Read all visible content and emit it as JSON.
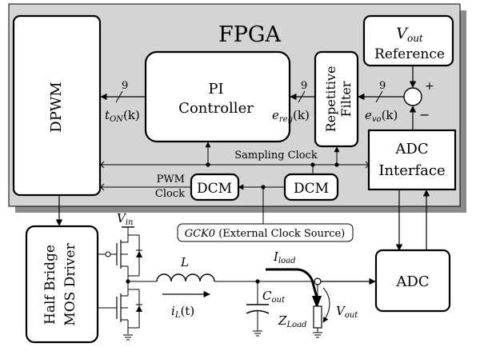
{
  "fpga": {
    "title": "FPGA"
  },
  "blocks": {
    "dpwm": "DPWM",
    "pi": {
      "line1": "PI",
      "line2": "Controller"
    },
    "repetitive": {
      "line1": "Repetitive",
      "line2": "Filter"
    },
    "vref": {
      "line1_main": "V",
      "line1_sub": "out",
      "line2": "Reference"
    },
    "adc_interface": {
      "line1": "ADC",
      "line2": "Interface"
    },
    "dcm_left": "DCM",
    "dcm_right": "DCM",
    "adc": "ADC",
    "driver": {
      "line1": "Half Bridge",
      "line2": "MOS Driver"
    },
    "gck": {
      "italic": "GCK0",
      "rest": " (External Clock Source)"
    }
  },
  "labels": {
    "bus_width": "9",
    "t_on": "t",
    "t_on_sub": "ON",
    "t_on_arg": "(k)",
    "e_reg": "e",
    "e_reg_sub": "reg",
    "e_reg_arg": "(k)",
    "e_vo": "e",
    "e_vo_sub": "vo",
    "e_vo_arg": "(k)",
    "plus": "+",
    "minus": "−",
    "sampling_clock": "Sampling Clock",
    "pwm": "PWM",
    "clock": "Clock"
  },
  "circuit": {
    "vin": "V",
    "vin_sub": "in",
    "inductor": "L",
    "il": "i",
    "il_sub": "L",
    "il_arg": "(t)",
    "cout": "C",
    "cout_sub": "out",
    "iload": "I",
    "iload_sub": "load",
    "zload": "Z",
    "zload_sub": "Load",
    "vout": "V",
    "vout_sub": "out"
  },
  "colors": {
    "fpga_fill": "#d4d4d4",
    "fpga_shadow": "#8a8a8a",
    "block_fill": "#ffffff",
    "stroke": "#000000"
  }
}
